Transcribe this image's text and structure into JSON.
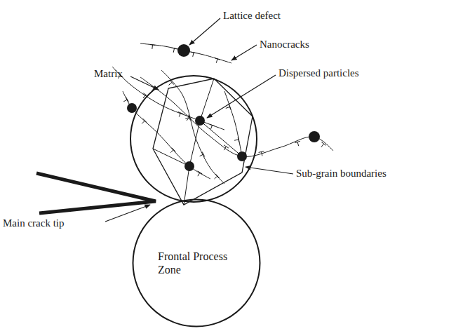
{
  "diagram": {
    "nodes": [
      {
        "text": [
          "Frontal Process Zone"
        ]
      }
    ],
    "labels": [
      "Lattice defect",
      "Nanocracks",
      "Matrix",
      "Dispersed particles",
      "Sub-grain boundaries",
      "Main crack tip"
    ]
  }
}
